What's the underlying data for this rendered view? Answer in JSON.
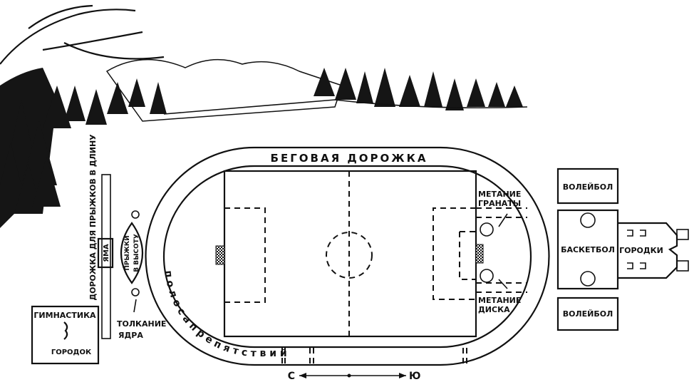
{
  "colors": {
    "ink": "#111111",
    "paper": "#ffffff"
  },
  "labels": {
    "running_track": "БЕГОВАЯ ДОРОЖКА",
    "grenade_throw_1": "МЕТАНИЕ",
    "grenade_throw_2": "ГРАНАТЫ",
    "discus_throw_1": "МЕТАНИЕ",
    "discus_throw_2": "ДИСКА",
    "volleyball_top": "ВОЛЕЙБОЛ",
    "basketball": "БАСКЕТБОЛ",
    "volleyball_bottom": "ВОЛЕЙБОЛ",
    "gorodki": "ГОРОДКИ",
    "long_jump_track": "ДОРОЖКА ДЛЯ ПРЫЖКОВ В ДЛИНУ",
    "pit": "ЯМА",
    "high_jump_1": "ПРЫЖКИ",
    "high_jump_2": "В ВЫСОТУ",
    "shot_put_1": "ТОЛКАНИЕ",
    "shot_put_2": "ЯДРА",
    "gymnastics": "ГИМНАСТИКА",
    "gymnastics_town": "ГОРОДОК",
    "obstacle_course": "п о л о с а   п р е п я т с т в и й",
    "north": "С",
    "south": "Ю"
  }
}
